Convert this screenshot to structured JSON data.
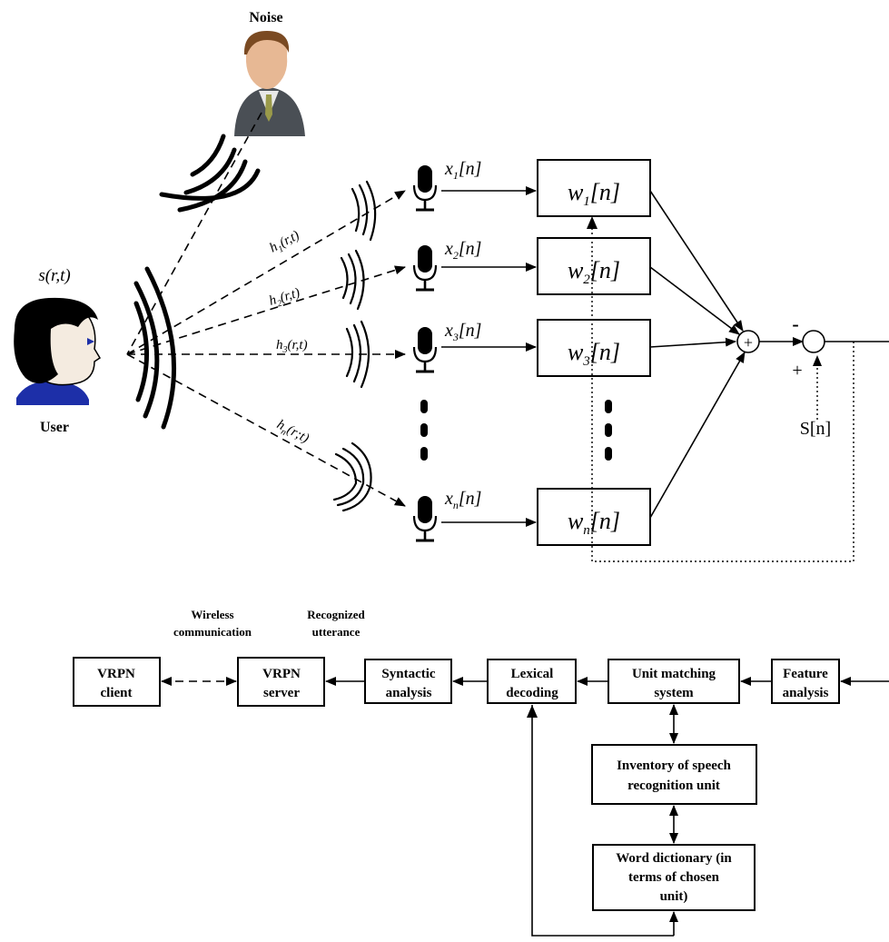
{
  "noise_label": "Noise",
  "user_label": "User",
  "source_signal": "s(r,t)",
  "channels": [
    {
      "h": "h",
      "h_sub": "1",
      "h_args": "(r,t)",
      "x": "x",
      "x_sub": "1",
      "x_args": "[n]",
      "w": "w",
      "w_sub": "1",
      "w_args": "[n]"
    },
    {
      "h": "h",
      "h_sub": "2",
      "h_args": "(r,t)",
      "x": "x",
      "x_sub": "2",
      "x_args": "[n]",
      "w": "w",
      "w_sub": "2",
      "w_args": "[n]"
    },
    {
      "h": "h",
      "h_sub": "3",
      "h_args": "(r,t)",
      "x": "x",
      "x_sub": "3",
      "x_args": "[n]",
      "w": "w",
      "w_sub": "3",
      "w_args": "[n]"
    },
    {
      "h": "h",
      "h_sub": "n",
      "h_args": "(r;t)",
      "x": "x",
      "x_sub": "n",
      "x_args": "[n]",
      "w": "w",
      "w_sub": "n",
      "w_args": "[n]"
    }
  ],
  "summer_symbol": "+",
  "minus_sign": "-",
  "plus_sign": "+",
  "reference_signal": "S[n]",
  "pipeline": {
    "annotation_wireless": [
      "Wireless",
      "communication"
    ],
    "annotation_recognized": [
      "Recognized",
      "utterance"
    ],
    "vrpn_client": [
      "VRPN",
      "client"
    ],
    "vrpn_server": [
      "VRPN",
      "server"
    ],
    "syntactic": [
      "Syntactic",
      "analysis"
    ],
    "lexical": [
      "Lexical",
      "decoding"
    ],
    "unit_matching": [
      "Unit matching",
      "system"
    ],
    "feature": [
      "Feature",
      "analysis"
    ],
    "inventory": [
      "Inventory of speech",
      "recognition unit"
    ],
    "dictionary": [
      "Word dictionary (in",
      "terms of chosen",
      "unit)"
    ]
  }
}
